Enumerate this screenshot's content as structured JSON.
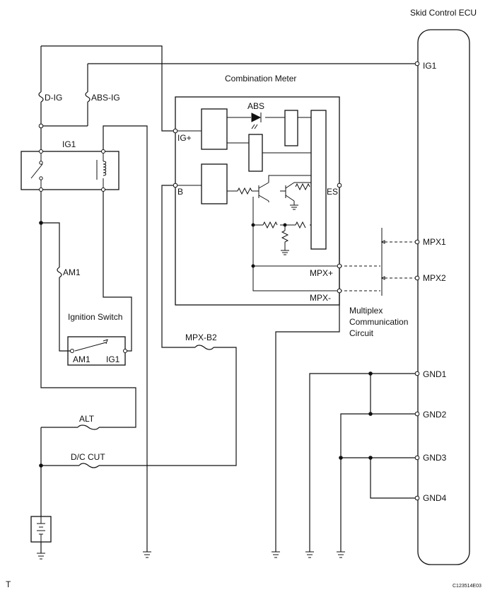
{
  "ecu": {
    "title": "Skid Control ECU",
    "pins": {
      "ig1": "IG1",
      "mpx1": "MPX1",
      "mpx2": "MPX2",
      "gnd1": "GND1",
      "gnd2": "GND2",
      "gnd3": "GND3",
      "gnd4": "GND4"
    }
  },
  "meter": {
    "title": "Combination Meter",
    "warning_lamp": "ABS",
    "terminals": {
      "ig_plus": "IG+",
      "b": "B",
      "es": "ES",
      "mpx_plus": "MPX+",
      "mpx_minus": "MPX-"
    }
  },
  "fuses": {
    "d_ig": "D-IG",
    "abs_ig": "ABS-IG",
    "am1": "AM1",
    "mpx_b2": "MPX-B2",
    "alt": "ALT",
    "dc_cut": "D/C CUT"
  },
  "relay": {
    "name": "IG1"
  },
  "ignition_switch": {
    "title": "Ignition Switch",
    "am1": "AM1",
    "ig1": "IG1"
  },
  "multiplex": {
    "line1": "Multiplex",
    "line2": "Communication",
    "line3": "Circuit"
  },
  "footer": {
    "left_code": "T",
    "right_code": "C123514E03"
  }
}
